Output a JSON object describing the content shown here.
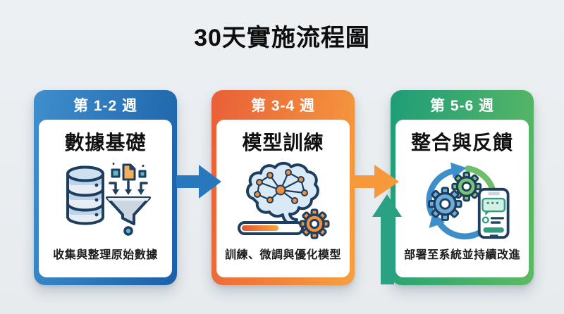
{
  "title": "30天實施流程圖",
  "cards": [
    {
      "week_label": "第 1-2 週",
      "title": "數據基礎",
      "caption": "收集與整理原始數據",
      "icon": "database-funnel-icon",
      "accent_from": "#3f8ecd",
      "accent_to": "#1b60a7"
    },
    {
      "week_label": "第 3-4 週",
      "title": "模型訓練",
      "caption": "訓練、微調與優化模型",
      "icon": "brain-training-icon",
      "accent_from": "#e95f38",
      "accent_to": "#f6a03e"
    },
    {
      "week_label": "第 5-6 週",
      "title": "整合與反饋",
      "caption": "部署至系統並持續改進",
      "icon": "integration-feedback-icon",
      "accent_from": "#1f9d78",
      "accent_to": "#5fba62"
    }
  ],
  "connectors": [
    {
      "name": "arrow-week2-to-week3",
      "direction": "right",
      "color": "#2878be"
    },
    {
      "name": "arrow-week4-to-week5",
      "direction": "right",
      "color": "#f5993a"
    },
    {
      "name": "feedback-loop-arrow",
      "direction": "up",
      "color": "#2aa183"
    }
  ],
  "colors": {
    "background": "#eaeef1",
    "card_background": "#ffffff",
    "title_text": "#0e0e0e",
    "body_text": "#1a1a1a",
    "icon_outline": "#1d3e5e"
  }
}
